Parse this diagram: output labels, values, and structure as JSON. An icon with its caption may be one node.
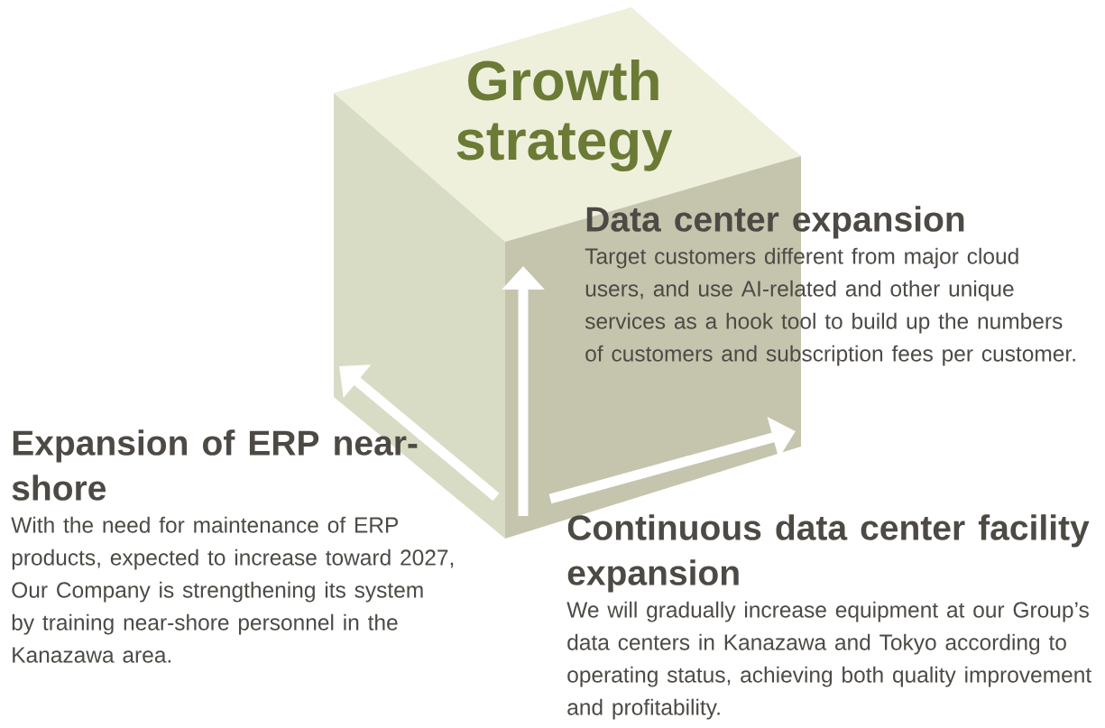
{
  "diagram": {
    "nodes": [
      {
        "text": [
          "Growth strategy"
        ]
      },
      {
        "text": [
          "Data center expansion",
          "Target customers different from major cloud users, and use AI-related and other unique services as a hook tool to build up the numbers of customers and subscription fees per customer."
        ]
      },
      {
        "text": [
          "Expansion of ERP near-shore",
          "With the need for maintenance of ERP products, expected to increase toward 2027, Our Company is strengthening its system by training near-shore personnel in the Kanazawa area."
        ]
      },
      {
        "text": [
          "Continuous data center facility expansion",
          "We will gradually increase equipment at our Group’s data centers in Kanazawa and Tokyo according to operating status, achieving both quality improvement and profitability."
        ]
      }
    ]
  }
}
